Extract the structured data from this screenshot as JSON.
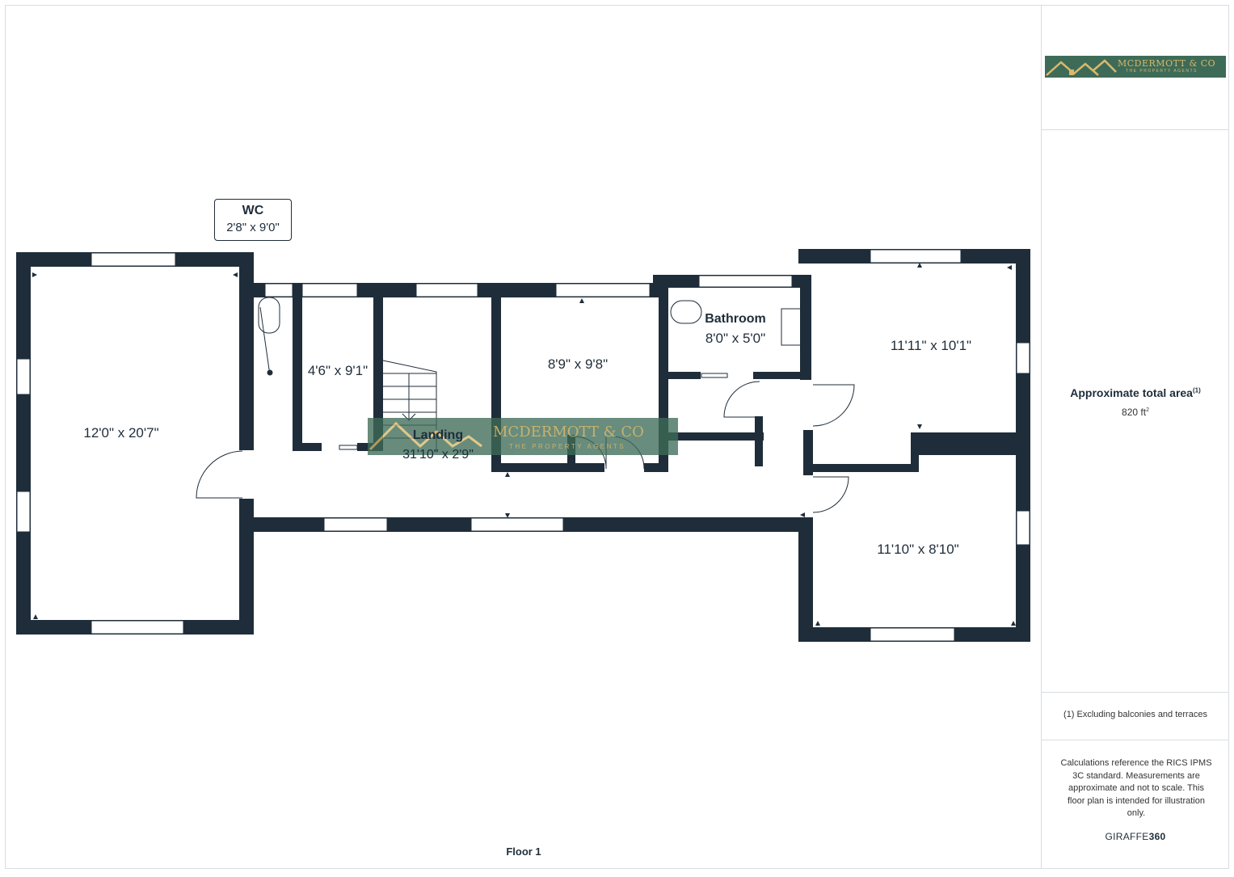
{
  "brand": {
    "logo_text": "MCDERMOTT & CO",
    "logo_subtitle": "THE PROPERTY AGENTS",
    "accent_color": "#3e6b58",
    "gold_color": "#d9b96a"
  },
  "summary": {
    "total_area_label": "Approximate total area",
    "total_area_marker": "(1)",
    "total_area_value": "820 ft",
    "total_area_unit_exp": "2",
    "footnote": "(1) Excluding balconies and terraces",
    "calculation_note": "Calculations reference the RICS IPMS 3C standard. Measurements are approximate and not to scale. This floor plan is intended for illustration only.",
    "provider_prefix": "GIRAFFE",
    "provider_suffix": "360"
  },
  "plan": {
    "floor_label": "Floor 1",
    "wall_color": "#1f2d3a",
    "rooms": {
      "large_room": "12'0\" x 20'7\"",
      "wc_name": "WC",
      "wc_dims": "2'8\" x 9'0\"",
      "cupboard": "4'6\" x 9'1\"",
      "middle_room": "8'9\" x 9'8\"",
      "landing_name": "Landing",
      "landing_dims": "31'10\" x 2'9\"",
      "bathroom_name": "Bathroom",
      "bathroom_dims": "8'0\" x 5'0\"",
      "top_right_room": "11'11\" x 10'1\"",
      "bottom_right_room": "11'10\" x 8'10\""
    }
  }
}
